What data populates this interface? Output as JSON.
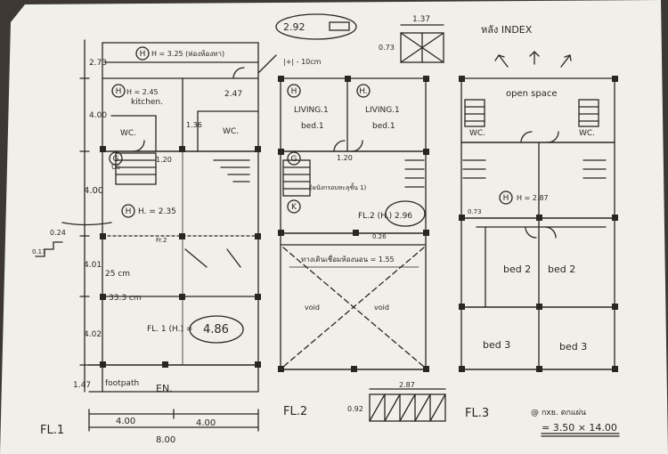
{
  "note_top": "2.92",
  "note_dim_137": "1.37",
  "note_dim_073": "0.73",
  "index_label": "หลัง INDEX",
  "fl1": {
    "label": "FL.1",
    "h_top": "H = 3.25 (ห่องห้องทา)",
    "dim_273": "2.73",
    "h_kitchen": "H = 2.45",
    "kitchen": "kitchen.",
    "dim_247": "2.47",
    "dim_400a": "4.00",
    "dim_136": "1.36",
    "wc1": "WC.",
    "wc2": "WC.",
    "dim_120": "1.20",
    "dim_400b": "4.00",
    "us": "Us",
    "h_235": "H. = 2.35",
    "dim_024": "0.24",
    "dim_017": "0.17",
    "dim_401": "4.01",
    "fr_small": "Fr.2",
    "dim_25cm": "25 cm",
    "dim_333": "33.3 cm",
    "dim_402": "4.02",
    "fl1_height": "FL. 1 (H.) =",
    "fl1_height_val": "4.86",
    "dim_147": "1.47",
    "footpath": "footpath",
    "entrance": "EN.",
    "bottom_400a": "4.00",
    "bottom_400b": "4.00",
    "bottom_800": "8.00"
  },
  "fl2": {
    "label": "FL.2",
    "wall_note": "|+| - 10cm",
    "living1": "LIVING.1",
    "bed1": "bed.1",
    "living2": "LIVING.1",
    "bed2": "bed.1",
    "dim_120": "1.20",
    "stair_note": "(ผนังกรอบทะลุชั้น 1)",
    "fl2_height": "FL.2 (H.) 2.96",
    "dim_026": "0.26",
    "void_note": "ทางเดินเชื่อมห้องนอน = 1.55",
    "void1": "void",
    "void2": "void",
    "legend_dim": "2.87",
    "legend_h": "0.92"
  },
  "fl3": {
    "label": "FL.3",
    "open_space": "open space",
    "wc1": "WC.",
    "wc2": "WC.",
    "h_287": "H = 2.87",
    "dim_073": "0.73",
    "bed2a": "bed 2",
    "bed2b": "bed 2",
    "bed3a": "bed 3",
    "bed3b": "bed 3",
    "note_line1": "@ กxย. ตกแผ่น",
    "note_line2": "= 3.50 × 14.00"
  }
}
